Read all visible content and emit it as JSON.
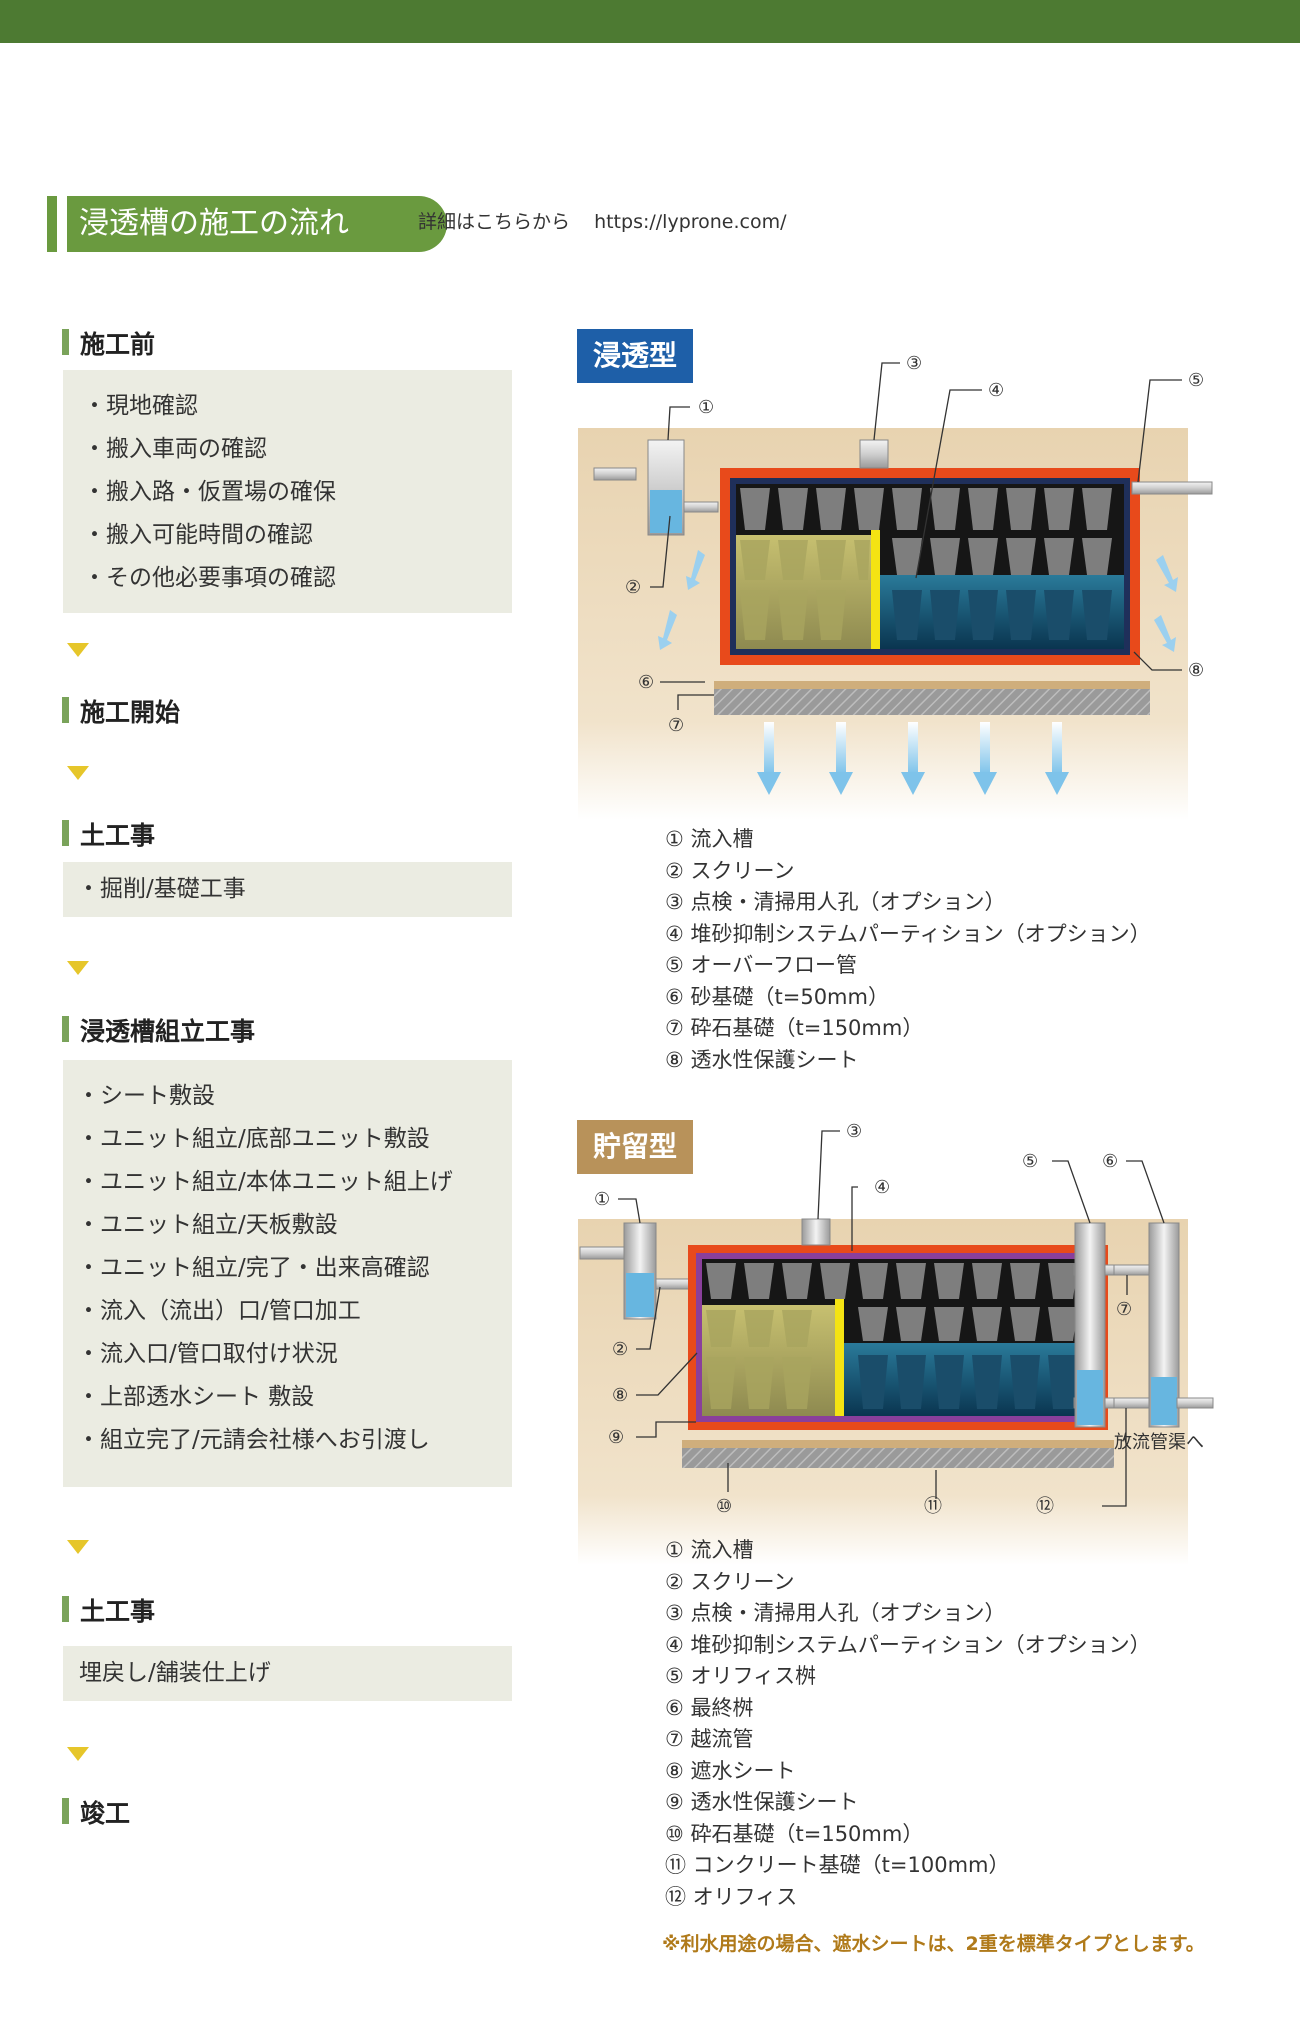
{
  "header": {
    "title": "浸透槽の施工の流れ",
    "detail_label": "詳細はこちらから",
    "url": "https://lyprone.com/"
  },
  "steps": [
    {
      "heading": "施工前",
      "items": [
        "・現地確認",
        "・搬入車両の確認",
        "・搬入路・仮置場の確保",
        "・搬入可能時間の確認",
        "・その他必要事項の確認"
      ]
    },
    {
      "heading": "施工開始",
      "items": []
    },
    {
      "heading": "土工事",
      "items": [
        "・掘削/基礎工事"
      ]
    },
    {
      "heading": "浸透槽組立工事",
      "items": [
        "・シート敷設",
        "・ユニット組立/底部ユニット敷設",
        "・ユニット組立/本体ユニット組上げ",
        "・ユニット組立/天板敷設",
        "・ユニット組立/完了・出来高確認",
        "・流入（流出）口/管口加工",
        "・流入口/管口取付け状況",
        "・上部透水シート 敷設",
        "・組立完了/元請会社様へお引渡し"
      ]
    },
    {
      "heading": "土工事",
      "items": [
        "埋戻し/舗装仕上げ"
      ]
    },
    {
      "heading": "竣工",
      "items": []
    }
  ],
  "diagram1": {
    "badge": "浸透型",
    "callouts": [
      "①",
      "②",
      "③",
      "④",
      "⑤",
      "⑥",
      "⑦",
      "⑧"
    ],
    "legend": [
      "① 流入槽",
      "② スクリーン",
      "③ 点検・清掃用人孔（オプション）",
      "④ 堆砂抑制システムパーティション（オプション）",
      "⑤ オーバーフロー管",
      "⑥ 砂基礎（t=50mm）",
      "⑦ 砕石基礎（t=150mm）",
      "⑧ 透水性保護シート"
    ]
  },
  "diagram2": {
    "badge": "貯留型",
    "callouts": [
      "①",
      "②",
      "③",
      "④",
      "⑤",
      "⑥",
      "⑦",
      "⑧",
      "⑨",
      "⑩",
      "⑪",
      "⑫"
    ],
    "outlet_label": "放流管渠へ",
    "legend": [
      "① 流入槽",
      "② スクリーン",
      "③ 点検・清掃用人孔（オプション）",
      "④ 堆砂抑制システムパーティション（オプション）",
      "⑤ オリフィス桝",
      "⑥ 最終桝",
      "⑦ 越流管",
      "⑧ 遮水シート",
      "⑨ 透水性保護シート",
      "⑩ 砕石基礎（t=150mm）",
      "⑪ コンクリート基礎（t=100mm）",
      "⑫ オリフィス"
    ]
  },
  "note": "※利水用途の場合、遮水シートは、2重を標準タイプとします。",
  "colors": {
    "topbar": "#4d7a32",
    "title_bg": "#6a9a3f",
    "badge1": "#1e5fa8",
    "badge2": "#b8925a",
    "arrow": "#e6c62a"
  }
}
